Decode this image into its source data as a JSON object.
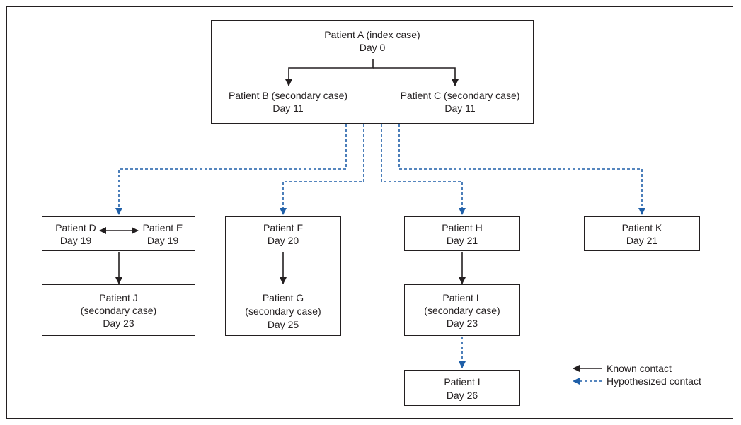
{
  "patient_a": {
    "name": "Patient A (index case)",
    "day": "Day 0"
  },
  "patient_b": {
    "name": "Patient B (secondary case)",
    "day": "Day 11"
  },
  "patient_c": {
    "name": "Patient C (secondary case)",
    "day": "Day 11"
  },
  "patient_d": {
    "name": "Patient D",
    "day": "Day 19"
  },
  "patient_e": {
    "name": "Patient E",
    "day": "Day 19"
  },
  "patient_f": {
    "name": "Patient F",
    "day": "Day 20"
  },
  "patient_g": {
    "name": "Patient G",
    "role": "(secondary case)",
    "day": "Day 25"
  },
  "patient_h": {
    "name": "Patient H",
    "day": "Day 21"
  },
  "patient_i": {
    "name": "Patient I",
    "day": "Day 26"
  },
  "patient_j": {
    "name": "Patient J",
    "role": "(secondary case)",
    "day": "Day 23"
  },
  "patient_k": {
    "name": "Patient K",
    "day": "Day 21"
  },
  "patient_l": {
    "name": "Patient L",
    "role": "(secondary case)",
    "day": "Day 23"
  },
  "legend": {
    "known": "Known contact",
    "hypothesized": "Hypothesized contact"
  },
  "colors": {
    "known": "#231f20",
    "hypothesized": "#1f5fa8"
  }
}
